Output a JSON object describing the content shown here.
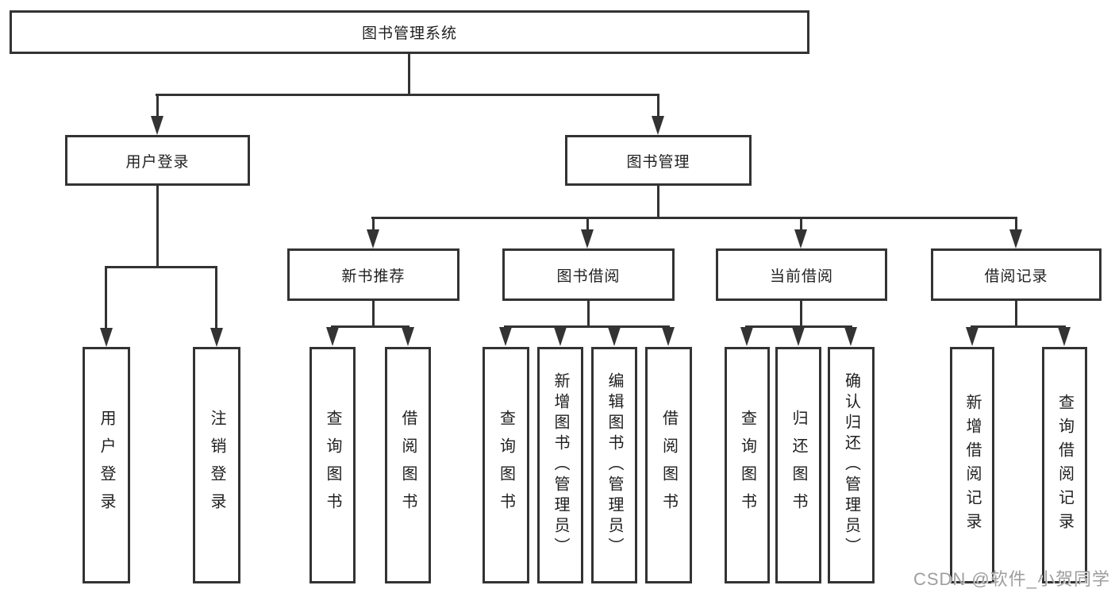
{
  "diagram": {
    "nodes": {
      "root": "图书管理系统",
      "user_login": "用户登录",
      "book_mgmt": "图书管理",
      "new_book_rec": "新书推荐",
      "book_borrow": "图书借阅",
      "current_borrow": "当前借阅",
      "borrow_record": "借阅记录",
      "leaf_user_login": "用户登录",
      "leaf_logout": "注销登录",
      "leaf_nb_query": "查询图书",
      "leaf_nb_borrow": "借阅图书",
      "leaf_bb_query": "查询图书",
      "leaf_bb_add": "新增图书（管理员）",
      "leaf_bb_edit": "编辑图书（管理员）",
      "leaf_bb_borrow": "借阅图书",
      "leaf_cb_query": "查询图书",
      "leaf_cb_return": "归还图书",
      "leaf_cb_confirm": "确认归还（管理员）",
      "leaf_br_add": "新增借阅记录",
      "leaf_br_query": "查询借阅记录"
    },
    "watermark": "CSDN @软件_小贺同学",
    "colors": {
      "line": "#333333",
      "text": "#1f1f1f",
      "watermark": "#9e9e9e",
      "background": "#ffffff"
    }
  }
}
